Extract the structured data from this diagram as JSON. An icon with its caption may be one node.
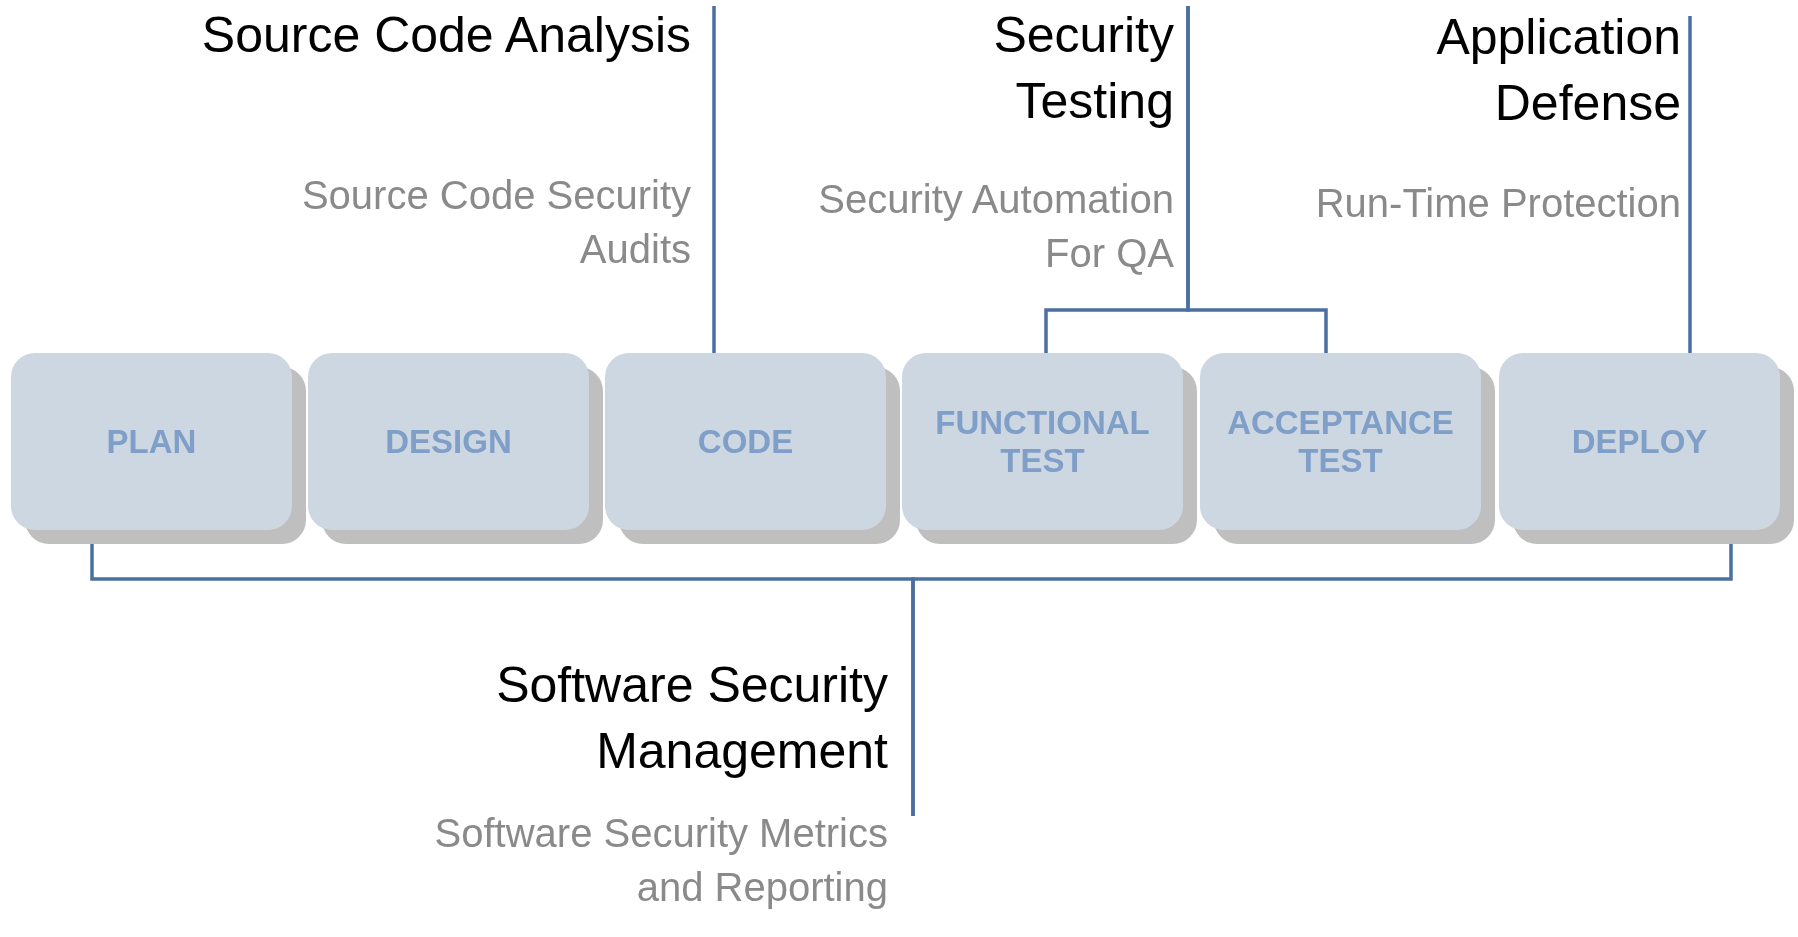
{
  "diagram": {
    "nodes": [
      {
        "text": [
          "Source Code Analysis",
          "Source Code Security Audits"
        ]
      },
      {
        "text": [
          "Security Testing",
          "Security Automation For QA"
        ]
      },
      {
        "text": [
          "Application Defense",
          "Run-Time Protection"
        ]
      },
      {
        "text": [
          "PLAN"
        ]
      },
      {
        "text": [
          "DESIGN"
        ]
      },
      {
        "text": [
          "CODE"
        ]
      },
      {
        "text": [
          "FUNCTIONAL TEST"
        ]
      },
      {
        "text": [
          "ACCEPTANCE TEST"
        ]
      },
      {
        "text": [
          "DEPLOY"
        ]
      },
      {
        "text": [
          "Software Security Management",
          "Software Security Metrics and Reporting"
        ]
      }
    ],
    "edges": [
      {
        "from": 0,
        "to": 5,
        "arrow": "none"
      },
      {
        "from": 1,
        "to": 6,
        "arrow": "none"
      },
      {
        "from": 1,
        "to": 7,
        "arrow": "none"
      },
      {
        "from": 2,
        "to": 8,
        "arrow": "none"
      },
      {
        "from": 9,
        "to": 3,
        "arrow": "none"
      },
      {
        "from": 9,
        "to": 8,
        "arrow": "none"
      }
    ]
  }
}
